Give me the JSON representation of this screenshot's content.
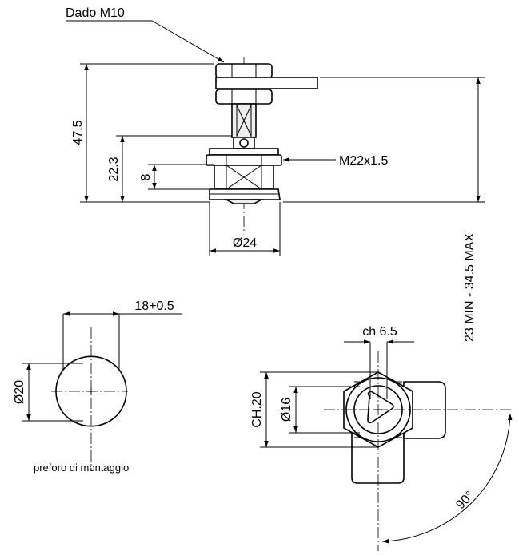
{
  "labels": {
    "nut": "Dado M10",
    "thread": "M22x1.5",
    "height_total": "47.5",
    "height_body": "22.3",
    "height_nut": "8",
    "diameter_flange": "Ø24",
    "adjust_range": "23 MIN - 34.5 MAX",
    "cutout_width": "18+0.5",
    "cutout_diameter": "Ø20",
    "cutout_caption": "preforo di montaggio",
    "key_width": "ch 6.5",
    "hex_size": "CH.20",
    "body_diameter": "Ø16",
    "rotation_angle": "90°"
  }
}
